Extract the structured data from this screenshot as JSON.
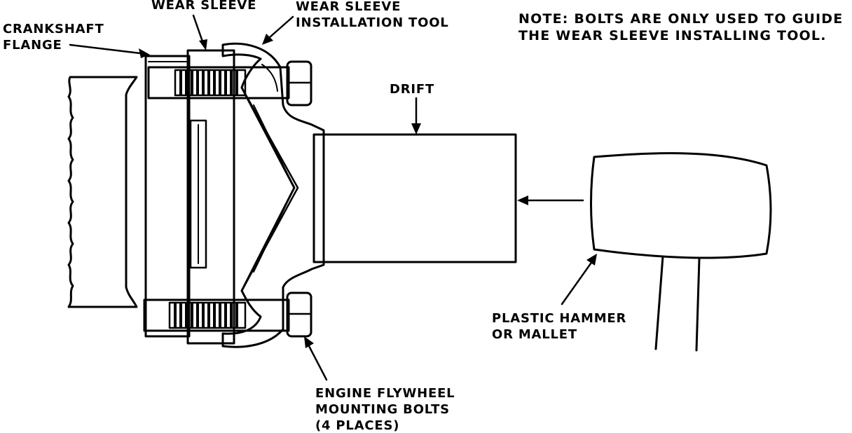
{
  "labels": {
    "wear_sleeve": "WEAR SLEEVE",
    "installation_tool": [
      "WEAR SLEEVE",
      "INSTALLATION TOOL"
    ],
    "crankshaft_flange": [
      "CRANKSHAFT",
      "FLANGE"
    ],
    "note": [
      "NOTE: BOLTS ARE ONLY USED TO GUIDE",
      "THE WEAR SLEEVE INSTALLING TOOL."
    ],
    "drift": "DRIFT",
    "hammer": [
      "PLASTIC HAMMER",
      "OR MALLET"
    ],
    "bolts": [
      "ENGINE FLYWHEEL",
      "MOUNTING BOLTS",
      "(4 PLACES)"
    ]
  },
  "colors": {
    "ink": "#000000",
    "paper": "#ffffff"
  }
}
